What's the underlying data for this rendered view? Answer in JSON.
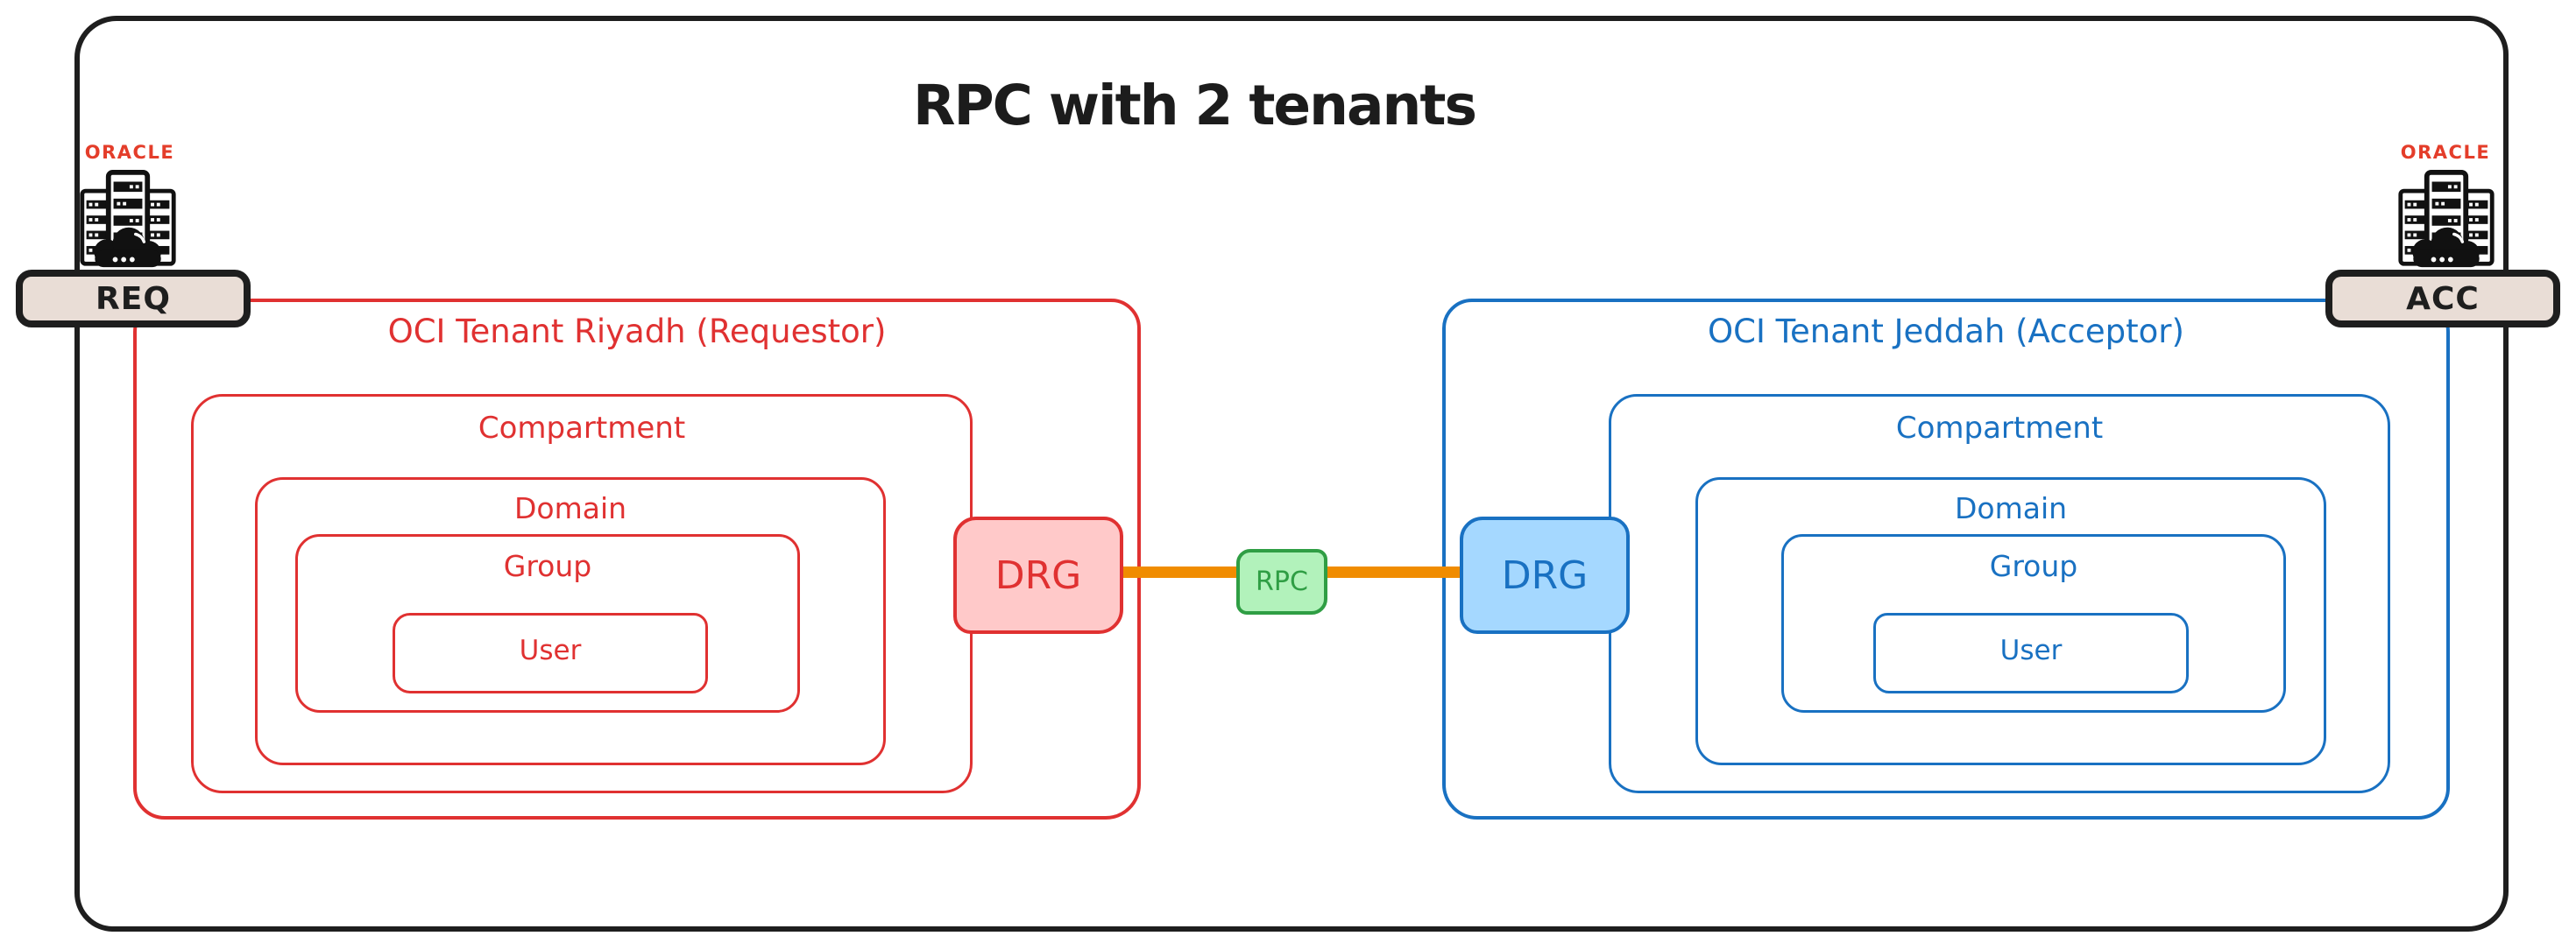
{
  "title": "RPC with 2 tenants",
  "left_provider": {
    "brand": "ORACLE",
    "badge": "REQ"
  },
  "right_provider": {
    "brand": "ORACLE",
    "badge": "ACC"
  },
  "left_tenant": {
    "title": "OCI Tenant Riyadh (Requestor)",
    "layers": {
      "compartment": "Compartment",
      "domain": "Domain",
      "group": "Group",
      "user": "User"
    },
    "drg_label": "DRG"
  },
  "right_tenant": {
    "title": "OCI Tenant Jeddah (Acceptor)",
    "layers": {
      "compartment": "Compartment",
      "domain": "Domain",
      "group": "Group",
      "user": "User"
    },
    "drg_label": "DRG"
  },
  "connection": {
    "rpc_label": "RPC"
  },
  "colors": {
    "red_stroke": "#e03131",
    "red_fill": "#ffc9c9",
    "blue_stroke": "#1971c2",
    "blue_fill": "#a5d8ff",
    "green_stroke": "#2f9e44",
    "green_fill": "#b2f2bb",
    "orange_line": "#f08c00",
    "badge_fill": "#e9ddd6",
    "ink": "#1e1e1e",
    "oracle_red": "#e43d2a"
  }
}
